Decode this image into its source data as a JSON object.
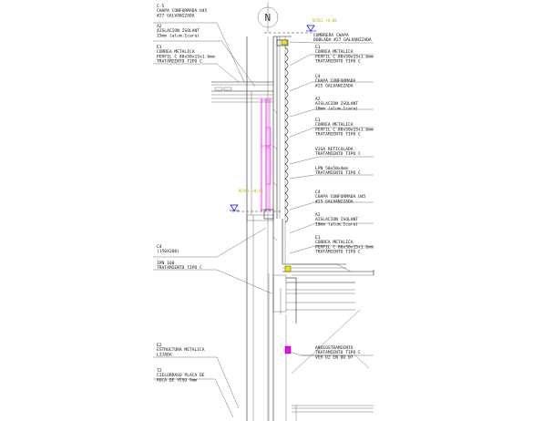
{
  "colors": {
    "line": "#222222",
    "magenta": "#ff00ff",
    "yellow": "#f2e600",
    "blue": "#0000ff",
    "background": "#ffffff"
  },
  "north_symbol": {
    "letter": "N",
    "icon": "north-arrow-icon"
  },
  "level_marks": {
    "top": "NIVEL +0.00",
    "middle": "NIVEL +0.00"
  },
  "left_labels": [
    {
      "code": "C-5",
      "lines": [
        "CHAPA CONFORMADA U45",
        "#27 GALVANIZADA"
      ]
    },
    {
      "code": "A2",
      "lines": [
        "AISLACION ISOLANT",
        "15mm (alum.1cara)"
      ]
    },
    {
      "code": "E1",
      "lines": [
        "CORREA METALICA",
        "PERFIL C 80x50x15x1.6mm",
        "TRATAMIENTO TIPO C"
      ]
    },
    {
      "code": "C4",
      "lines": [
        "(150X260)"
      ]
    },
    {
      "code": "",
      "lines": [
        "IPN 160",
        "TRATAMIENTO TIPO C"
      ]
    },
    {
      "code": "E2",
      "lines": [
        "ESTRUCTURA METALICA",
        "LIJADA"
      ]
    },
    {
      "code": "T2",
      "lines": [
        "CIELORRASO PLACA DE",
        "ROCA DE YESO 9mm"
      ]
    }
  ],
  "right_labels": [
    {
      "code": "",
      "lines": [
        "CUMBRERA CHAPA",
        "DOBLADA #27 GALVANIZADA"
      ]
    },
    {
      "code": "E1",
      "lines": [
        "CORREA METALICA",
        "PERFIL C 80x50x15x1.6mm",
        "TRATAMIENTO TIPO C"
      ]
    },
    {
      "code": "C4",
      "lines": [
        "CHAPA CONFORMADA",
        "#25 GALVANIZADA"
      ]
    },
    {
      "code": "A2",
      "lines": [
        "AISLACION ISOLANT",
        "10mm (alum.1cara)"
      ]
    },
    {
      "code": "E1",
      "lines": [
        "CORREA METALICA",
        "PERFIL C 80x50x15x1.6mm",
        "TRATAMIENTO TIPO C"
      ]
    },
    {
      "code": "",
      "lines": [
        "VIGA RETICULADA",
        "TRATAMIENTO TIPO C"
      ]
    },
    {
      "code": "",
      "lines": [
        "LPN 50x50x4mm",
        "TRATAMIENTO TIPO C"
      ]
    },
    {
      "code": "C4",
      "lines": [
        "CHAPA CONFORMADA U45",
        "#25 GALVANIZADA"
      ]
    },
    {
      "code": "A2",
      "lines": [
        "AISLACION ISOLANT",
        "10mm (alum.1cara)"
      ]
    },
    {
      "code": "E1",
      "lines": [
        "CORREA METALICA",
        "PERFIL C 80x50x15x1.6mm",
        "TRATAMIENTO TIPO C"
      ]
    },
    {
      "code": "",
      "lines": [
        "ARRIOSTRAMIENTO",
        "TRATAMIENTO TIPO C",
        "VER D2 EN DD 07"
      ]
    }
  ]
}
